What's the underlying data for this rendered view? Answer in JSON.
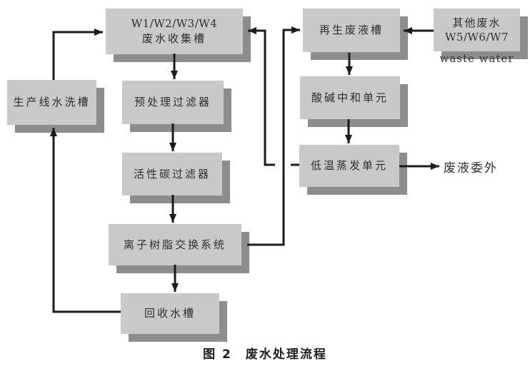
{
  "diagram": {
    "caption": "图 2　废水处理流程",
    "nodes": {
      "collect": {
        "line1": "W1/W2/W3/W4",
        "line2": "废水收集槽"
      },
      "washing": {
        "label": "生产线水洗槽"
      },
      "prefilter": {
        "label": "预处理过滤器"
      },
      "carbon": {
        "label": "活性碳过滤器"
      },
      "ion": {
        "label": "离子树脂交换系统"
      },
      "recycle": {
        "label": "回收水槽"
      },
      "regen": {
        "label": "再生废液槽"
      },
      "other": {
        "line1": "其他废水",
        "line2": "W5/W6/W7",
        "line3": "waste  water"
      },
      "neutral": {
        "label": "酸碱中和单元"
      },
      "evap": {
        "label": "低温蒸发单元"
      }
    },
    "labels": {
      "waste_out": "废液委外"
    },
    "colors": {
      "box_fill": "#c9c9c9",
      "box_shadow": "#8d8d8d",
      "line": "#1b1b1b",
      "text": "#2e2e2e",
      "background": "#ffffff"
    }
  }
}
